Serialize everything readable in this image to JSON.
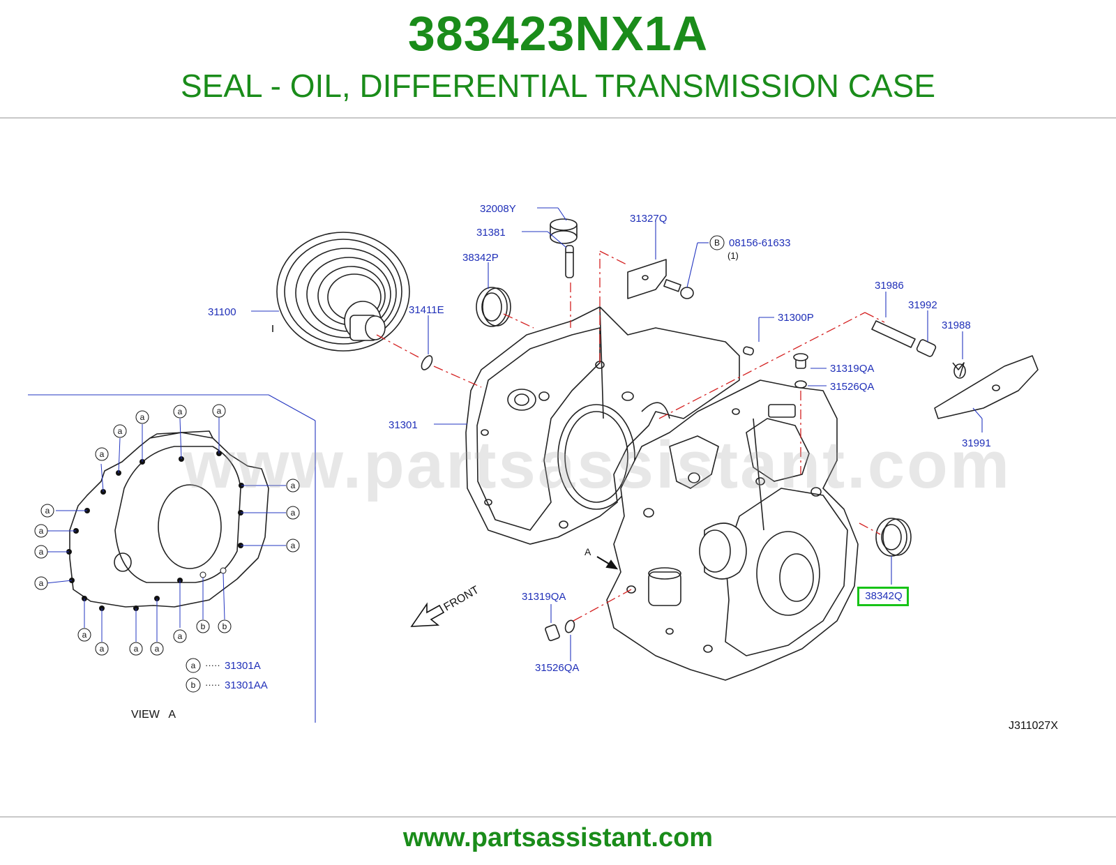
{
  "header": {
    "part_number": "383423NX1A",
    "description": "SEAL - OIL, DIFFERENTIAL TRANSMISSION CASE"
  },
  "footer": {
    "url": "www.partsassistant.com"
  },
  "watermark": "www.partsassistant.com",
  "diagram": {
    "code": "J311027X",
    "labels": {
      "l32008Y": "32008Y",
      "l31381": "31381",
      "l38342P": "38342P",
      "l31327Q": "31327Q",
      "l08156": "08156-61633",
      "l08156_qty": "(1)",
      "bolt_marker": "B",
      "l31100": "31100",
      "l31411E": "31411E",
      "l31300P": "31300P",
      "l31986": "31986",
      "l31992": "31992",
      "l31988": "31988",
      "l31319QA_top": "31319QA",
      "l31526QA_top": "31526QA",
      "l31991": "31991",
      "l31301": "31301",
      "l38342Q": "38342Q",
      "l31319QA_bot": "31319QA",
      "l31526QA_bot": "31526QA",
      "front": "FRONT",
      "view_a_arrow": "A"
    },
    "view_a": {
      "title": "VIEW   A",
      "marker_a": "a",
      "marker_b": "b",
      "legend": [
        {
          "marker": "a",
          "dots": "·····",
          "part": "31301A"
        },
        {
          "marker": "b",
          "dots": "·····",
          "part": "31301AA"
        }
      ]
    }
  },
  "colors": {
    "title_green": "#1a8c1a",
    "label_blue": "#1f2fb8",
    "highlight_green": "#17c317",
    "leader_red": "#d42020"
  }
}
